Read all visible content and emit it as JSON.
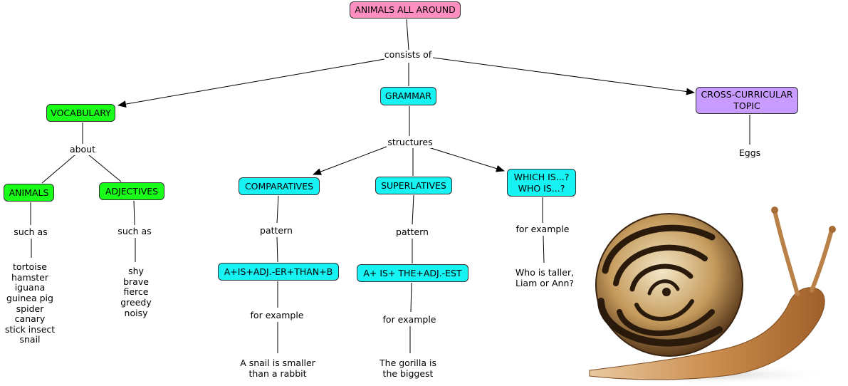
{
  "colors": {
    "root": "#ff8fc0",
    "vocabulary_branch": "#1aff1a",
    "grammar_branch": "#17f3f3",
    "cross_curricular": "#c79bff",
    "edge": "#000000"
  },
  "nodes": {
    "root": "ANIMALS ALL AROUND",
    "vocabulary": "VOCABULARY",
    "grammar": "GRAMMAR",
    "cross_curricular": "CROSS-CURRICULAR\nTOPIC",
    "animals": "ANIMALS",
    "adjectives": "ADJECTIVES",
    "comparatives": "COMPARATIVES",
    "superlatives": "SUPERLATIVES",
    "which_is": "WHICH IS...?\nWHO IS...?",
    "comparative_pattern": "A+IS+ADJ.-ER+THAN+B",
    "superlative_pattern": "A+ IS+ THE+ADJ.-EST"
  },
  "links": {
    "consists_of": "consists of",
    "about": "about",
    "structures": "structures",
    "animals_such_as": "such as",
    "adjectives_such_as": "such as",
    "comparatives_pattern": "pattern",
    "superlatives_pattern": "pattern",
    "which_for_example": "for example",
    "comparative_for_example": "for example",
    "superlative_for_example": "for example"
  },
  "leaves": {
    "animals_list": "tortoise\nhamster\niguana\nguinea pig\nspider\ncanary\nstick insect\nsnail",
    "adjectives_list": "shy\nbrave\nfierce\ngreedy\nnoisy",
    "cross_topic": "Eggs",
    "which_example": "Who is taller,\nLiam or Ann?",
    "comparative_example": "A snail is smaller\nthan a rabbit",
    "superlative_example": "The gorilla is\nthe biggest"
  },
  "image": {
    "icon": "snail-illustration"
  }
}
